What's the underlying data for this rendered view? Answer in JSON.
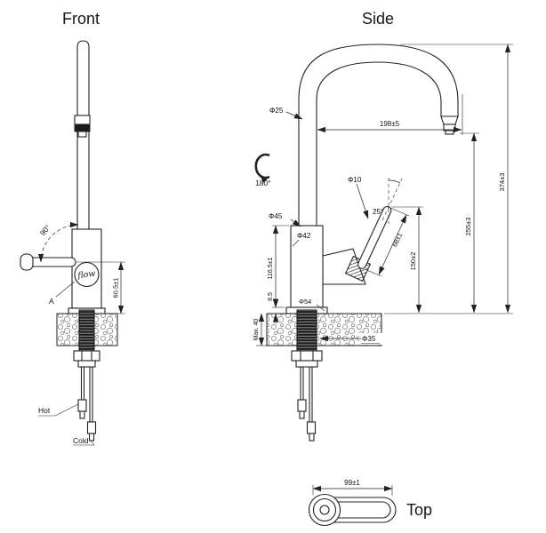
{
  "drawing": {
    "front": {
      "label": "Front",
      "angle_90": "90°",
      "dim_60_5": "60.5±1",
      "mark_a": "A",
      "brand": "flow",
      "hot": "Hot",
      "cold": "Cold"
    },
    "side": {
      "label": "Side",
      "dia_25": "Φ25",
      "reach_198": "198±5",
      "swivel_180": "180°",
      "dia_10": "Φ10",
      "tilt_25": "25°",
      "lever_68": "68±1",
      "dia_45": "Φ45",
      "dia_42": "Φ42",
      "body_116": "116.5±1",
      "base_8_5": "8.5",
      "lever_h_150": "150±2",
      "dia_54": "Φ54",
      "deck_max40": "Max. 40",
      "dia_35": "Φ35",
      "outlet_255": "255±3",
      "total_374": "374±3"
    },
    "top": {
      "label": "Top",
      "width_99": "99±1"
    },
    "colors": {
      "ink": "#222222",
      "aerator_band": "#1b1b1b",
      "pattern_gray": "#888888",
      "background": "#ffffff"
    }
  }
}
